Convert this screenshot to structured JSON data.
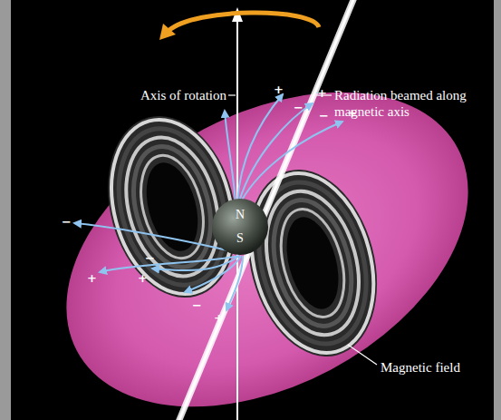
{
  "diagram": {
    "nodes": [
      {
        "text": [
          "N",
          "S"
        ]
      }
    ],
    "labels": [
      "Axis of rotation",
      "Radiation beamed along magnetic axis",
      "Magnetic field",
      "+",
      "−",
      "+",
      "−",
      "+",
      "−",
      "+",
      "−",
      "+",
      "−",
      "+"
    ]
  }
}
